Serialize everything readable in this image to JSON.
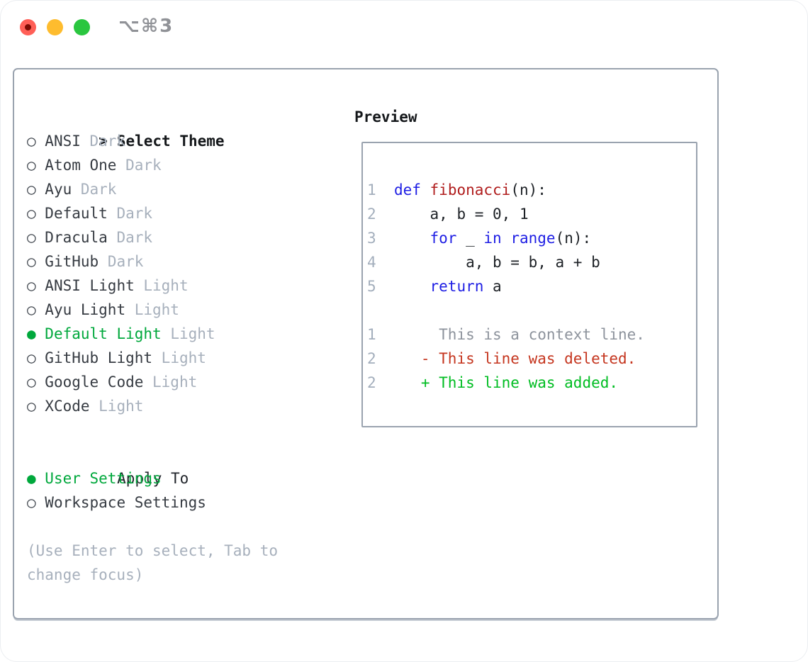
{
  "titlebar": {
    "shortcut": "⌥⌘3"
  },
  "theme_picker": {
    "prompt": ">",
    "title": "Select Theme",
    "items": [
      {
        "name": "ANSI",
        "variant": "Dark",
        "selected": false
      },
      {
        "name": "Atom One",
        "variant": "Dark",
        "selected": false
      },
      {
        "name": "Ayu",
        "variant": "Dark",
        "selected": false
      },
      {
        "name": "Default",
        "variant": "Dark",
        "selected": false
      },
      {
        "name": "Dracula",
        "variant": "Dark",
        "selected": false
      },
      {
        "name": "GitHub",
        "variant": "Dark",
        "selected": false
      },
      {
        "name": "ANSI Light",
        "variant": "Light",
        "selected": false
      },
      {
        "name": "Ayu Light",
        "variant": "Light",
        "selected": false
      },
      {
        "name": "Default Light",
        "variant": "Light",
        "selected": true
      },
      {
        "name": "GitHub Light",
        "variant": "Light",
        "selected": false
      },
      {
        "name": "Google Code",
        "variant": "Light",
        "selected": false
      },
      {
        "name": "XCode",
        "variant": "Light",
        "selected": false
      }
    ],
    "apply_to": {
      "title": "Apply To",
      "options": [
        {
          "label": "User Settings",
          "selected": true
        },
        {
          "label": "Workspace Settings",
          "selected": false
        }
      ]
    },
    "hint": "(Use Enter to select, Tab to change focus)"
  },
  "preview": {
    "title": "Preview",
    "lines": [
      {
        "num": "1",
        "segments": [
          [
            "keyword",
            "def"
          ],
          [
            "plain",
            " "
          ],
          [
            "function",
            "fibonacci"
          ],
          [
            "plain",
            "(n):"
          ]
        ]
      },
      {
        "num": "2",
        "segments": [
          [
            "plain",
            "    a, b = 0, 1"
          ]
        ]
      },
      {
        "num": "3",
        "segments": [
          [
            "plain",
            "    "
          ],
          [
            "keyword",
            "for"
          ],
          [
            "plain",
            " _ "
          ],
          [
            "keyword",
            "in"
          ],
          [
            "plain",
            " "
          ],
          [
            "keyword",
            "range"
          ],
          [
            "plain",
            "(n):"
          ]
        ]
      },
      {
        "num": "4",
        "segments": [
          [
            "plain",
            "        a, b = b, a + b"
          ]
        ]
      },
      {
        "num": "5",
        "segments": [
          [
            "plain",
            "    "
          ],
          [
            "keyword",
            "return"
          ],
          [
            "plain",
            " a"
          ]
        ]
      },
      {
        "num": "",
        "segments": []
      },
      {
        "num": "1",
        "segments": [
          [
            "context",
            "     This is a context line."
          ]
        ]
      },
      {
        "num": "2",
        "segments": [
          [
            "deleted",
            "   - This line was deleted."
          ]
        ]
      },
      {
        "num": "2",
        "segments": [
          [
            "added",
            "   + This line was added."
          ]
        ]
      }
    ]
  },
  "colors": {
    "selected_green": "#00a83c",
    "added_green": "#00bd22",
    "deleted_red": "#c5361f",
    "keyword_blue": "#1e1ee4",
    "function_red": "#b01d1d",
    "muted_gray": "#a7b0bc",
    "context_gray": "#8d939c",
    "panel_border": "#9aa3af",
    "traffic_red": "#ff5f57",
    "traffic_yellow": "#febc2e",
    "traffic_green": "#2ac63f"
  }
}
